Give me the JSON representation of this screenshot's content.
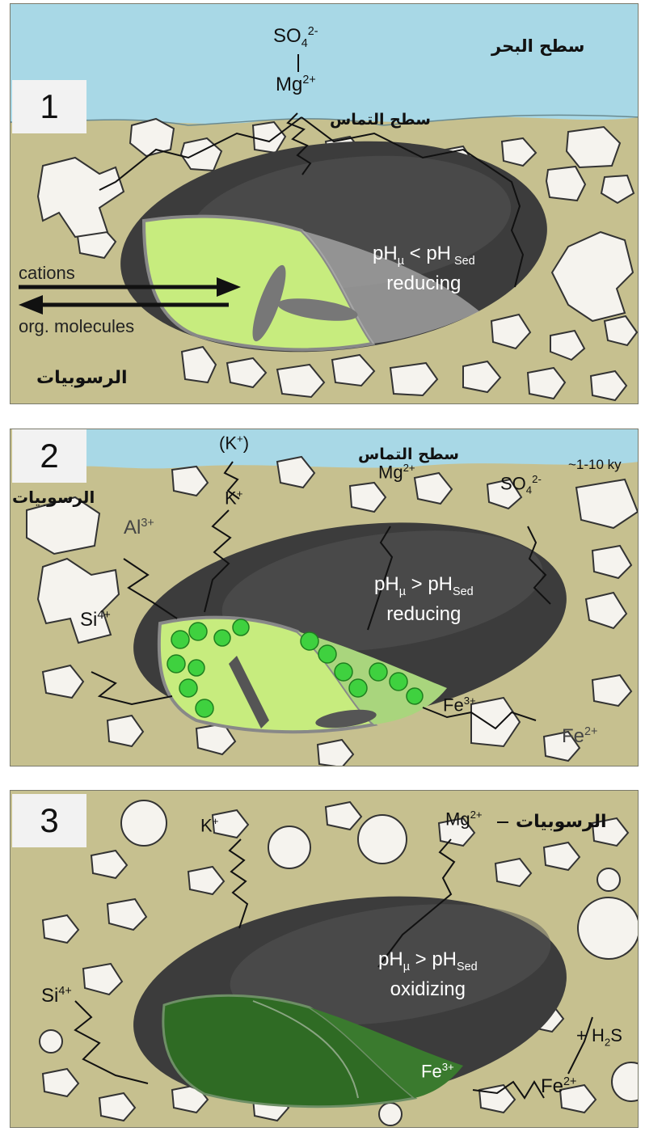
{
  "panels": [
    {
      "number": "1",
      "sea_surface": "سطح البحر",
      "interface": "سطح التماس",
      "sediments": "الرسوبيات",
      "ion_top": "SO",
      "ion_top_sub": "4",
      "ion_top_sup": "2-",
      "ion_mg": "Mg",
      "ion_mg_sup": "2+",
      "ph_main": "pH",
      "ph_mu": "µ",
      "ph_rel": " < pH",
      "ph_sed": " Sed",
      "ph_state": "reducing",
      "cations": "cations",
      "organic": "org. molecules"
    },
    {
      "number": "2",
      "interface": "سطح التماس",
      "sediments": "الرسوبيات",
      "age": "~1-10 ky",
      "k_top": "(K",
      "k_top_sup": "+",
      "k_top_end": ")",
      "k_ion": "K",
      "k_ion_sup": "+",
      "mg": "Mg",
      "mg_sup": "2+",
      "so4": "SO",
      "so4_sub": "4",
      "so4_sup": "2-",
      "al": "Al",
      "al_sup": "3+",
      "si": "Si",
      "si_sup": "4+",
      "fe3": "Fe",
      "fe3_sup": "3+",
      "fe2": "Fe",
      "fe2_sup": "2+",
      "ph_main": "pH",
      "ph_mu": "µ",
      "ph_rel": " > pH",
      "ph_sed": "Sed",
      "ph_state": "reducing"
    },
    {
      "number": "3",
      "sediments": "الرسوبيات",
      "k": "K",
      "k_sup": "+",
      "mg": "Mg",
      "mg_sup": "2+",
      "si": "Si",
      "si_sup": "4+",
      "fe3": "Fe",
      "fe3_sup": "3+",
      "fe2": "Fe",
      "fe2_sup": "2+",
      "h2s_pre": "+ H",
      "h2s_sub": "2",
      "h2s_post": "S",
      "ph_main": "pH",
      "ph_mu": "µ",
      "ph_rel": " > pH",
      "ph_sed": "Sed",
      "ph_state": "oxidizing"
    }
  ],
  "colors": {
    "sea": "#a8d8e6",
    "sediment": "#c6c08f",
    "shell": "#3c3c3c",
    "interior_light": "#c7ec7e",
    "interior_dark": "#2f6b24",
    "mineral": "#3fd13f",
    "grain": "#f5f3ee"
  }
}
